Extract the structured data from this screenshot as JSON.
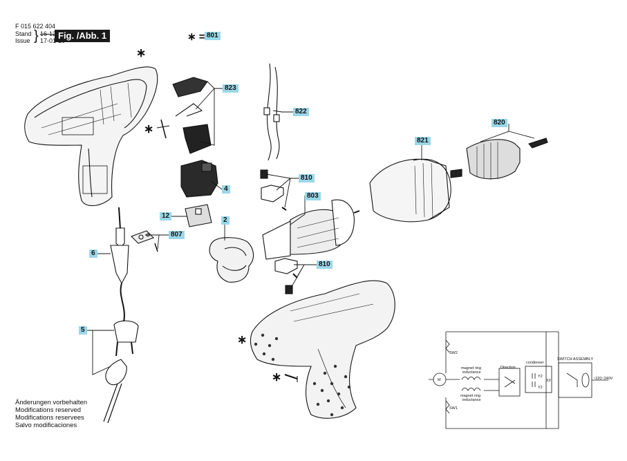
{
  "header": {
    "doc_number": "F 015 622 404",
    "stand_label": "Stand",
    "stand_value": "16-12",
    "issue_label": "Issue",
    "issue_value": "17-01-10",
    "fig_label": "Fig. /Abb. 1",
    "star_note": "∗ =",
    "star_value": "801"
  },
  "part_labels": {
    "p823": "823",
    "p822": "822",
    "p820": "820",
    "p821": "821",
    "p810a": "810",
    "p803": "803",
    "p4": "4",
    "p12": "12",
    "p807": "807",
    "p2": "2",
    "p6": "6",
    "p810b": "810",
    "p5": "5"
  },
  "schematic": {
    "sw2": "SW2",
    "sw1": "SW1",
    "magnet1": "magnet ring",
    "inductance1": "inductance",
    "direction": "Direction",
    "magnet2": "magnet ring",
    "inductance2": "inductance",
    "condenser": "condenser",
    "y2a": "Y2",
    "x2": "X2",
    "y2b": "Y2",
    "switch_assembly": "SWITCH ASSEMBLY",
    "voltage": "~220~240V",
    "motor": "M"
  },
  "footer": {
    "line1": "Änderungen vorbehalten",
    "line2": "Modifications reserved",
    "line3": "Modifications reservees",
    "line4": "Salvo modificaciones"
  },
  "colors": {
    "label_bg": "#9ad7e8",
    "fig_bg": "#1a1a1a"
  }
}
